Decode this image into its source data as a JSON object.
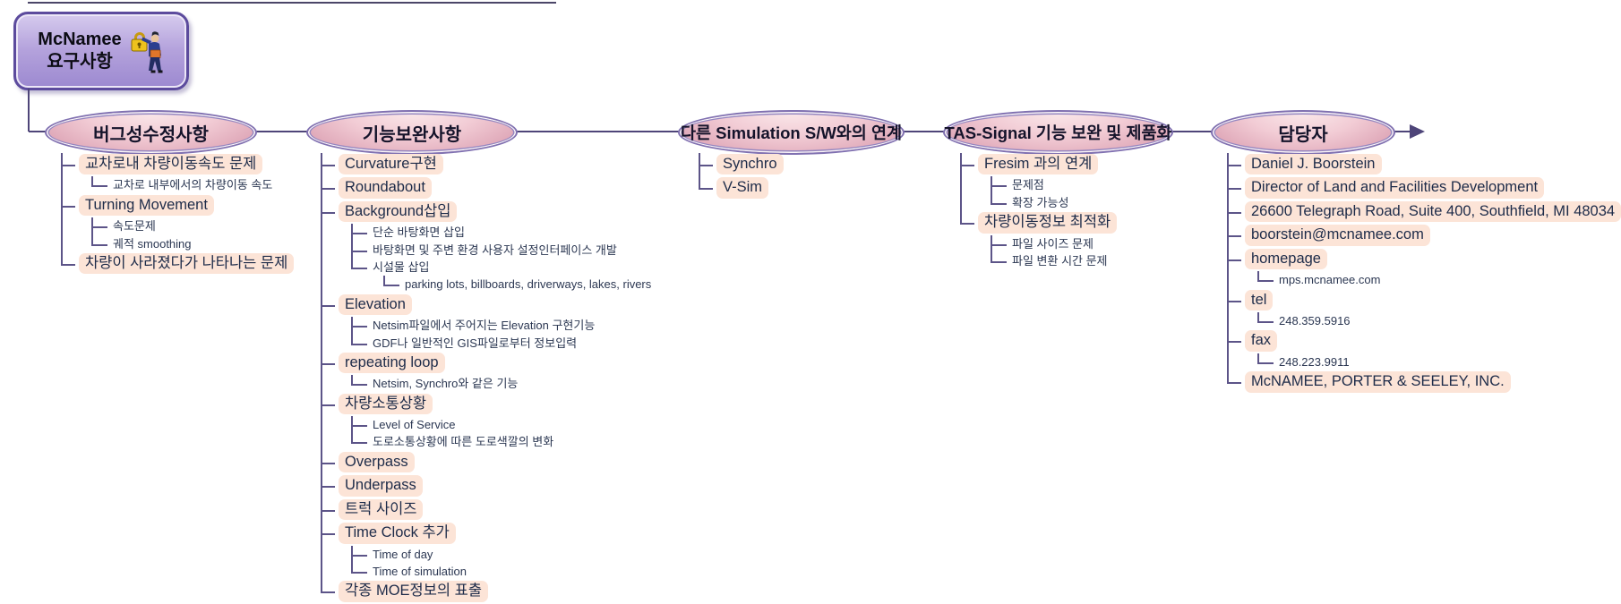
{
  "root": {
    "label": "McNamee\n요구사항",
    "icon": "person-with-key-icon"
  },
  "colors": {
    "connector_line": "#4e4579",
    "tree_line": "#5c5488",
    "topic_highlight_bg": "#fce4d7",
    "ellipse_fill_top": "#fbeced",
    "ellipse_fill_bottom": "#d697ab",
    "ellipse_border": "#8071b1",
    "root_fill_top": "#d6cbee",
    "root_fill_bottom": "#9c89d0",
    "root_border": "#5c4b9d",
    "text": "#1d2b49"
  },
  "branches": [
    {
      "label": "버그성수정사항",
      "children": [
        {
          "label": "교차로내 차량이동속도 문제",
          "children": [
            {
              "label": "교차로 내부에서의 차량이동 속도"
            }
          ]
        },
        {
          "label": "Turning Movement",
          "children": [
            {
              "label": "속도문제"
            },
            {
              "label": "궤적 smoothing"
            }
          ]
        },
        {
          "label": "차량이 사라졌다가 나타나는 문제"
        }
      ]
    },
    {
      "label": "기능보완사항",
      "children": [
        {
          "label": "Curvature구현"
        },
        {
          "label": "Roundabout"
        },
        {
          "label": "Background삽입",
          "children": [
            {
              "label": "단순 바탕화면 삽입"
            },
            {
              "label": "바탕화면 및 주변 환경 사용자 설정인터페이스 개발"
            },
            {
              "label": "시설물 삽입",
              "children": [
                {
                  "label": "parking lots, billboards, driverways, lakes, rivers"
                }
              ]
            }
          ]
        },
        {
          "label": "Elevation",
          "children": [
            {
              "label": "Netsim파일에서 주어지는 Elevation 구현기능"
            },
            {
              "label": "GDF나 일반적인 GIS파일로부터 정보입력"
            }
          ]
        },
        {
          "label": "repeating loop",
          "children": [
            {
              "label": "Netsim, Synchro와 같은 기능"
            }
          ]
        },
        {
          "label": "차량소통상황",
          "children": [
            {
              "label": "Level of Service"
            },
            {
              "label": "도로소통상황에 따른 도로색깔의 변화"
            }
          ]
        },
        {
          "label": "Overpass"
        },
        {
          "label": "Underpass"
        },
        {
          "label": "트럭 사이즈"
        },
        {
          "label": "Time Clock 추가",
          "children": [
            {
              "label": "Time of day"
            },
            {
              "label": "Time of simulation"
            }
          ]
        },
        {
          "label": "각종 MOE정보의 표출"
        }
      ]
    },
    {
      "label": "다른 Simulation S/W와의 연계",
      "children": [
        {
          "label": "Synchro"
        },
        {
          "label": "V-Sim"
        }
      ]
    },
    {
      "label": "TAS-Signal 기능 보완 및 제품화",
      "children": [
        {
          "label": "Fresim 과의 연계",
          "children": [
            {
              "label": "문제점"
            },
            {
              "label": "확장 가능성"
            }
          ]
        },
        {
          "label": "차량이동정보 최적화",
          "children": [
            {
              "label": "파일 사이즈 문제"
            },
            {
              "label": "파일 변환 시간 문제"
            }
          ]
        }
      ]
    },
    {
      "label": "담당자",
      "children": [
        {
          "label": "Daniel J. Boorstein"
        },
        {
          "label": "Director of Land and Facilities Development"
        },
        {
          "label": "26600 Telegraph Road, Suite 400, Southfield, MI 48034"
        },
        {
          "label": "boorstein@mcnamee.com"
        },
        {
          "label": "homepage",
          "children": [
            {
              "label": "mps.mcnamee.com"
            }
          ]
        },
        {
          "label": "tel",
          "children": [
            {
              "label": "248.359.5916"
            }
          ]
        },
        {
          "label": "fax",
          "children": [
            {
              "label": "248.223.9911"
            }
          ]
        },
        {
          "label": "McNAMEE, PORTER & SEELEY, INC."
        }
      ]
    }
  ]
}
